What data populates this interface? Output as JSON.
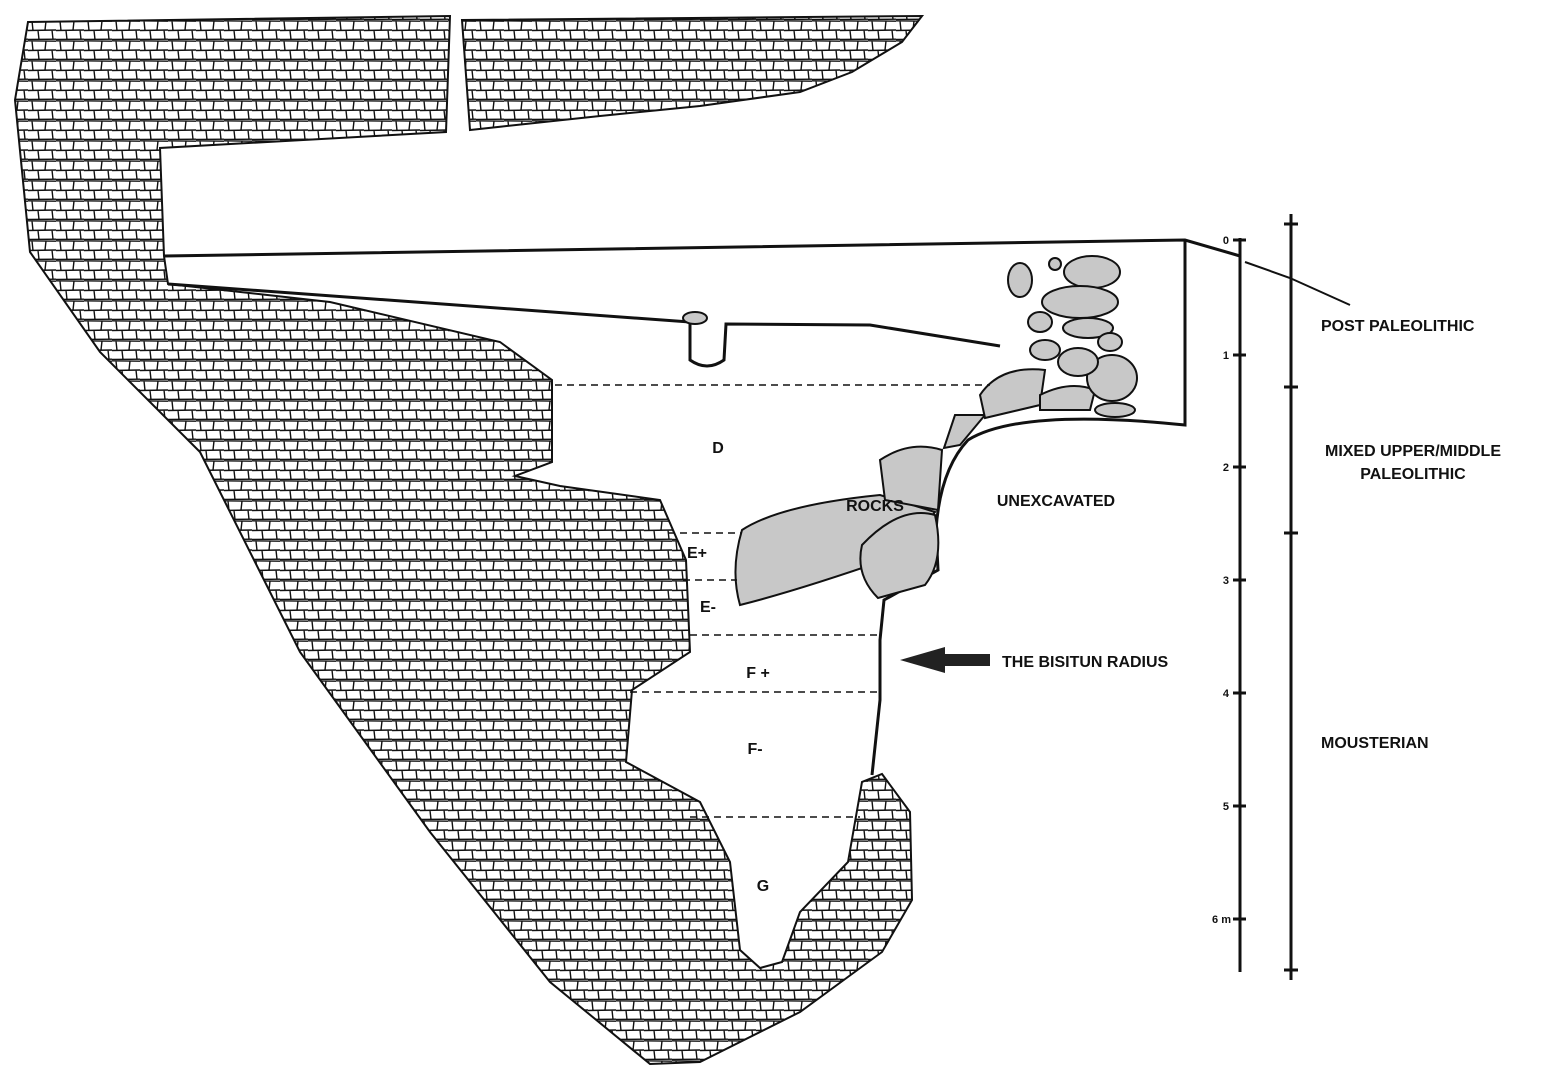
{
  "layers": {
    "d": "D",
    "e_plus": "E+",
    "e_minus": "E-",
    "f_plus": "F +",
    "f_minus": "F-",
    "g": "G"
  },
  "annotations": {
    "rocks": "ROCKS",
    "unexcavated": "UNEXCAVATED",
    "arrow_label": "THE BISITUN RADIUS"
  },
  "scale": {
    "ticks": [
      "0",
      "1",
      "2",
      "3",
      "4",
      "5",
      "6 m"
    ]
  },
  "periods": {
    "post_paleolithic": "POST PALEOLITHIC",
    "mixed_line1": "MIXED UPPER/MIDDLE",
    "mixed_line2": "PALEOLITHIC",
    "mousterian": "MOUSTERIAN"
  },
  "colors": {
    "rock_fill": "#c8c8c8",
    "line": "#111111"
  }
}
